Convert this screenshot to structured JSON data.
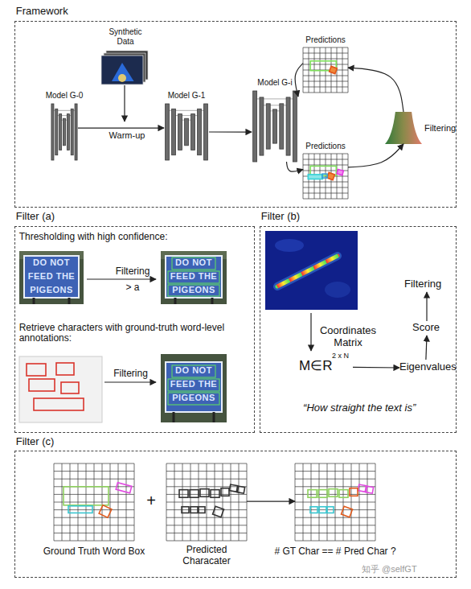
{
  "diagram": {
    "nodes": [
      {
        "text": [
          "Framework"
        ]
      },
      {
        "text": [
          "Synthetic Data"
        ],
        "in": 0
      },
      {
        "text": [
          "Model G-0"
        ],
        "in": 0
      },
      {
        "text": [
          "Model G-1"
        ],
        "in": 0
      },
      {
        "text": [
          "Model G-i"
        ],
        "in": 0
      },
      {
        "text": [
          "Predictions"
        ],
        "in": 0
      },
      {
        "text": [
          "Predictions"
        ],
        "in": 0
      },
      {
        "text": [
          "Filtering"
        ],
        "in": 0
      },
      {
        "text": [
          "Filter (a)",
          "Thresholding with high confidence:",
          "Retrieve characters with ground-truth word-level annotations:"
        ]
      },
      {
        "text": [
          "Filter (b)",
          "“How straight the text is”"
        ]
      },
      {
        "text": [
          "M∈R",
          "2 x N"
        ],
        "in": 9
      },
      {
        "text": [
          "Eigenvalues"
        ],
        "in": 9
      },
      {
        "text": [
          "Score"
        ],
        "in": 9
      },
      {
        "text": [
          "Filtering"
        ],
        "in": 9
      },
      {
        "text": [
          "Filter (c)"
        ]
      },
      {
        "text": [
          "Ground Truth Word Box"
        ],
        "in": 14
      },
      {
        "text": [
          "Predicted Characater"
        ],
        "in": 14
      },
      {
        "text": [
          "# GT Char == # Pred Char ?"
        ],
        "in": 14
      }
    ],
    "edges": [
      {
        "from": 2,
        "to": 3,
        "label": "Warm-up",
        "arrow": "to"
      },
      {
        "from": 3,
        "to": 4,
        "arrow": "to"
      },
      {
        "from": 4,
        "to": 6,
        "arrow": "to"
      },
      {
        "from": 6,
        "to": 7,
        "arrow": "to"
      },
      {
        "from": 7,
        "to": 5,
        "arrow": "to"
      },
      {
        "from": 5,
        "to": 4,
        "arrow": "to"
      },
      {
        "from": 10,
        "to": 11,
        "arrow": "to"
      },
      {
        "from": 11,
        "to": 12,
        "arrow": "to"
      },
      {
        "from": 12,
        "to": 13,
        "arrow": "to"
      },
      {
        "from": 16,
        "to": 17,
        "arrow": "to"
      }
    ],
    "labels": [
      "Filtering",
      "> a",
      "Filtering",
      "Coordinates Matrix",
      "+",
      "DO NOT",
      "FEED THE",
      "PIGEONS",
      "DO NOT",
      "FEED THE",
      "PIGEONS",
      "DO NOT",
      "FEED THE",
      "PIGEONS",
      "知乎 @selfGT"
    ]
  }
}
